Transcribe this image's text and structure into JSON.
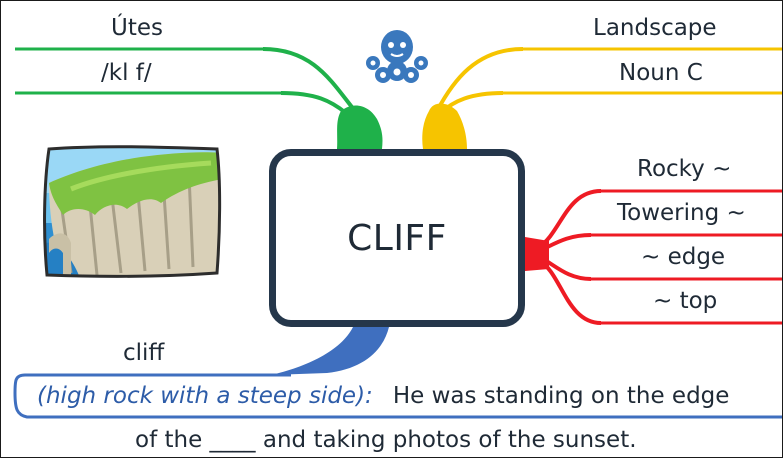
{
  "colors": {
    "green": "#1fb14a",
    "yellow": "#f6c400",
    "red": "#ee1b24",
    "blue": "#3f6fbf",
    "box_border": "#25374b",
    "octopus": "#3a78bd"
  },
  "branches": {
    "translation": {
      "word": "Útes",
      "pronunciation": "/kl   f/"
    },
    "category": {
      "topic": "Landscape",
      "word_class": "Noun C"
    },
    "collocations": [
      "Rocky ~",
      "Towering ~",
      "~ edge",
      "~ top"
    ]
  },
  "center": {
    "title": "CLIFF"
  },
  "definition": {
    "headword": "cliff",
    "meaning": "(high rock with a steep side):",
    "example_line1": "He was standing on the edge",
    "example_line2_before": "of the",
    "example_blank": "____",
    "example_line2_after": "and taking photos of the sunset."
  },
  "icons": {
    "logo": "octopus-icon",
    "picture": "cliff-illustration"
  }
}
